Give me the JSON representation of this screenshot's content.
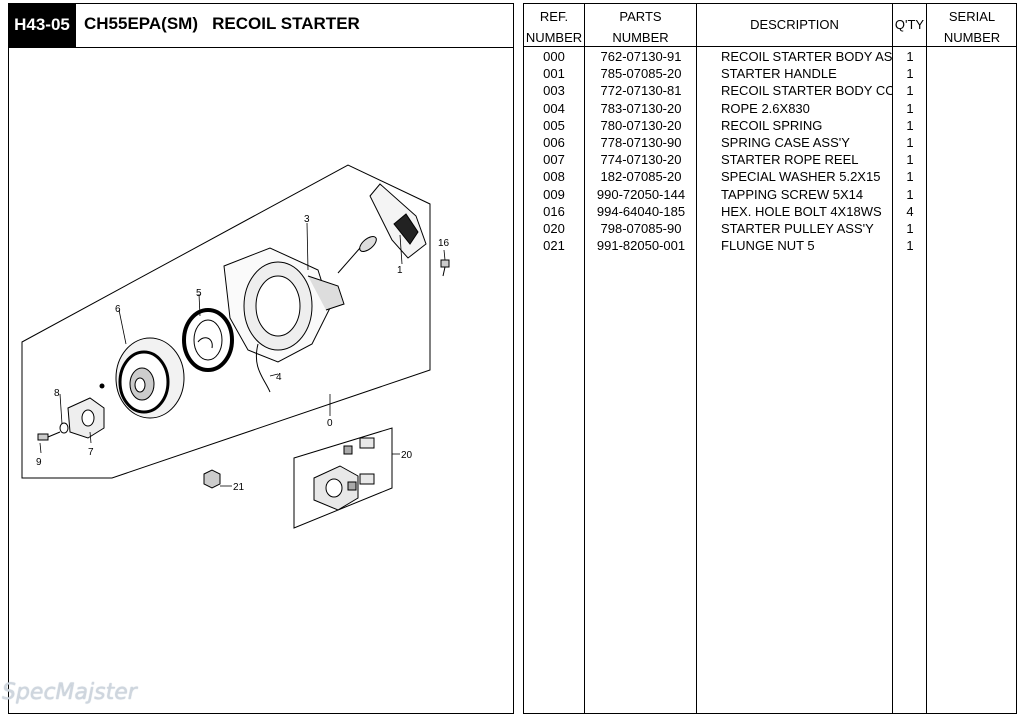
{
  "header": {
    "code": "H43-05",
    "model": "CH55EPA(SM)",
    "title": "RECOIL STARTER"
  },
  "table": {
    "columns": {
      "ref": [
        "REF.",
        "NUMBER"
      ],
      "parts": [
        "PARTS",
        "NUMBER"
      ],
      "description": "DESCRIPTION",
      "qty": "Q'TY",
      "serial": [
        "SERIAL",
        "NUMBER"
      ]
    },
    "rows": [
      {
        "ref": "000",
        "part": "762-07130-91",
        "desc": "RECOIL STARTER BODY ASS'Y",
        "qty": "1"
      },
      {
        "ref": "001",
        "part": "785-07085-20",
        "desc": "STARTER HANDLE",
        "qty": "1"
      },
      {
        "ref": "003",
        "part": "772-07130-81",
        "desc": "RECOIL STARTER BODY COMP",
        "qty": "1"
      },
      {
        "ref": "004",
        "part": "783-07130-20",
        "desc": "ROPE 2.6X830",
        "qty": "1"
      },
      {
        "ref": "005",
        "part": "780-07130-20",
        "desc": "RECOIL SPRING",
        "qty": "1"
      },
      {
        "ref": "006",
        "part": "778-07130-90",
        "desc": "SPRING CASE ASS'Y",
        "qty": "1"
      },
      {
        "ref": "007",
        "part": "774-07130-20",
        "desc": "STARTER ROPE REEL",
        "qty": "1"
      },
      {
        "ref": "008",
        "part": "182-07085-20",
        "desc": "SPECIAL WASHER 5.2X15",
        "qty": "1"
      },
      {
        "ref": "009",
        "part": "990-72050-144",
        "desc": "TAPPING SCREW 5X14",
        "qty": "1"
      },
      {
        "ref": "016",
        "part": "994-64040-185",
        "desc": "HEX. HOLE BOLT 4X18WS",
        "qty": "4"
      },
      {
        "ref": "020",
        "part": "798-07085-90",
        "desc": "STARTER PULLEY ASS'Y",
        "qty": "1"
      },
      {
        "ref": "021",
        "part": "991-82050-001",
        "desc": "FLUNGE NUT 5",
        "qty": "1"
      }
    ]
  },
  "diagram": {
    "callouts": [
      "1",
      "3",
      "4",
      "5",
      "6",
      "7",
      "8",
      "9",
      "16",
      "20",
      "21",
      "0"
    ]
  },
  "watermark": "SpecMajster"
}
